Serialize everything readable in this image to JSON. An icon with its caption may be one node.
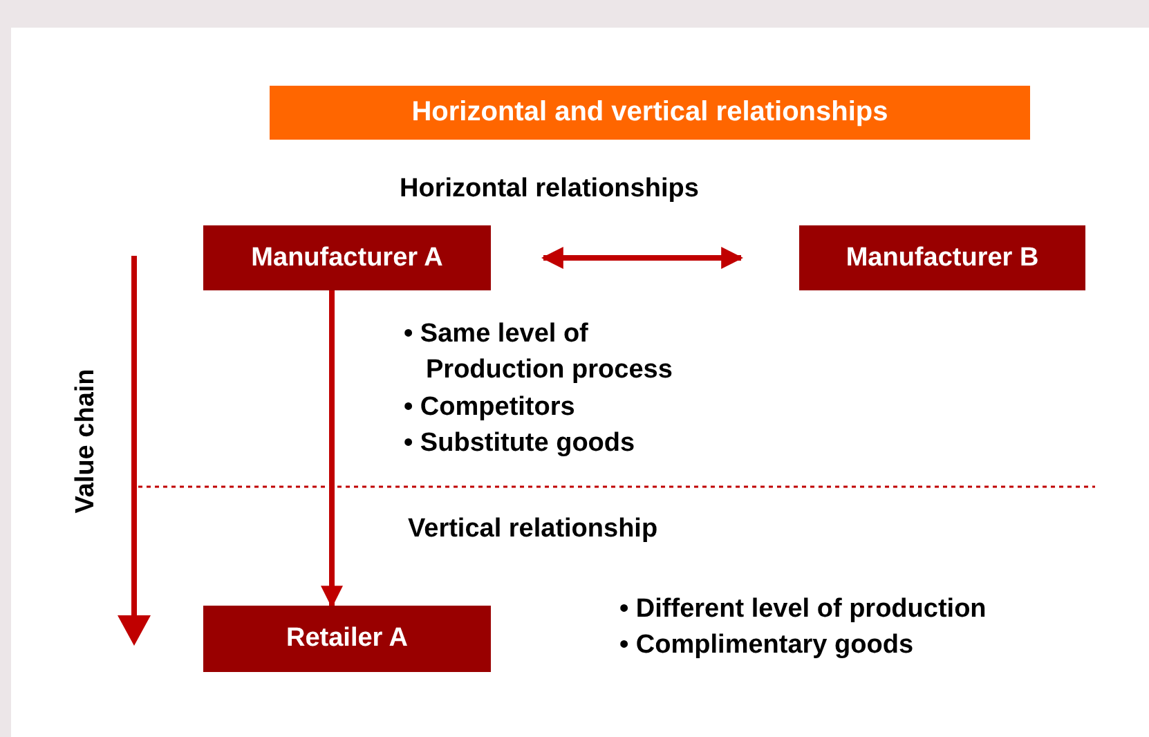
{
  "diagram": {
    "title": "Horizontal and vertical relationships",
    "nodes": [
      {
        "text": [
          "Manufacturer A"
        ]
      },
      {
        "text": [
          "Manufacturer B"
        ]
      },
      {
        "text": [
          "Retailer A"
        ]
      }
    ],
    "edges": [
      {
        "from": 0,
        "to": 1,
        "arrow": "both"
      },
      {
        "from": 0,
        "to": 2,
        "arrow": "to"
      }
    ],
    "labels": [
      "Horizontal relationships",
      "• Same level of Production process",
      "• Competitors",
      "• Substitute goods",
      "Value chain",
      "Vertical relationship",
      "• Different level of production",
      "• Complimentary goods"
    ]
  }
}
